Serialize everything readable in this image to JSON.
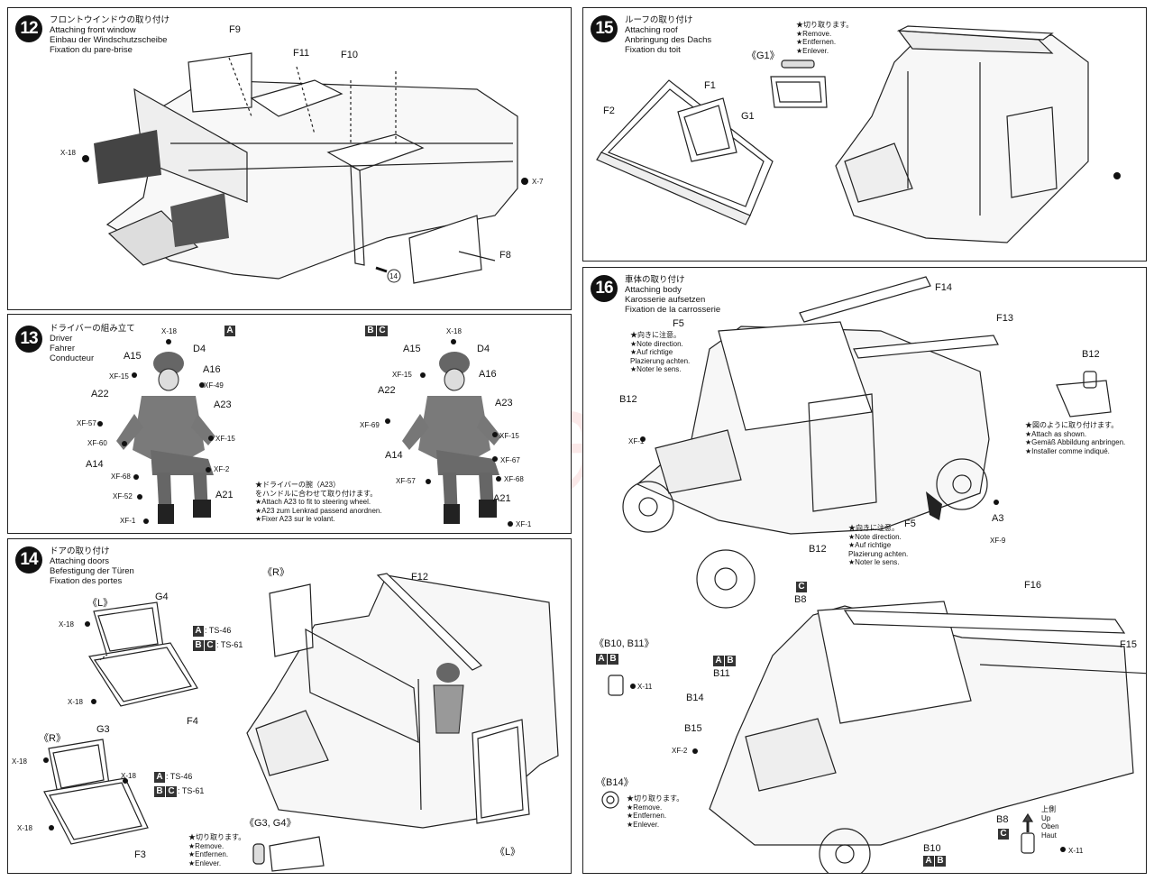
{
  "panels": {
    "s12": {
      "num": "12",
      "jp": "フロントウインドウの取り付け",
      "en": "Attaching front window",
      "de": "Einbau der Windschutzscheibe",
      "fr": "Fixation du pare-brise",
      "parts": {
        "f9": "F9",
        "f11": "F11",
        "f10": "F10",
        "f8": "F8",
        "x18": "X-18",
        "x7": "X-7",
        "ref14": "14"
      }
    },
    "s13": {
      "num": "13",
      "jp": "ドライバーの組み立て",
      "en": "Driver",
      "de": "Fahrer",
      "fr": "Conducteur",
      "versionA": "A",
      "versionB": "B",
      "versionC": "C",
      "partsLeft": {
        "x18": "X-18",
        "a15": "A15",
        "d4": "D4",
        "a16": "A16",
        "xf15": "XF-15",
        "xf49": "XF-49",
        "a22": "A22",
        "a23": "A23",
        "xf57": "XF-57",
        "xf15b": "XF-15",
        "xf60": "XF-60",
        "a14": "A14",
        "xf2": "XF-2",
        "xf68": "XF-68",
        "xf52": "XF-52",
        "a21": "A21",
        "xf1": "XF-1"
      },
      "partsRight": {
        "x18": "X-18",
        "a15": "A15",
        "d4": "D4",
        "xf15": "XF-15",
        "a16": "A16",
        "a22": "A22",
        "a23": "A23",
        "xf69": "XF-69",
        "xf15b": "XF-15",
        "a14": "A14",
        "xf67": "XF-67",
        "xf57": "XF-57",
        "xf68": "XF-68",
        "a21": "A21",
        "xf1": "XF-1"
      },
      "note": {
        "jp": "★ドライバーの腕（A23）",
        "jp2": "をハンドルに合わせて取り付けます。",
        "en": "★Attach A23 to fit to steering wheel.",
        "de": "★A23 zum Lenkrad passend anordnen.",
        "fr": "★Fixer A23 sur le volant."
      }
    },
    "s14": {
      "num": "14",
      "jp": "ドアの取り付け",
      "en": "Attaching doors",
      "de": "Befestigung der Türen",
      "fr": "Fixation des portes",
      "l": "《L》",
      "r": "《R》",
      "g4": "G4",
      "g3": "G3",
      "f4": "F4",
      "f3": "F3",
      "x18": "X-18",
      "ts46": ": TS-46",
      "ts61": ": TS-61",
      "rLabel": "《R》",
      "lLabel": "《L》",
      "f12": "F12",
      "g34": "《G3, G4》",
      "cut": {
        "jp": "★切り取ります。",
        "en": "★Remove.",
        "de": "★Entfernen.",
        "fr": "★Enlever."
      }
    },
    "s15": {
      "num": "15",
      "jp": "ルーフの取り付け",
      "en": "Attaching roof",
      "de": "Anbringung des Dachs",
      "fr": "Fixation du toit",
      "g1": "《G1》",
      "f1": "F1",
      "f2": "F2",
      "g1b": "G1",
      "cut": {
        "jp": "★切り取ります。",
        "en": "★Remove.",
        "de": "★Entfernen.",
        "fr": "★Enlever."
      }
    },
    "s16": {
      "num": "16",
      "jp": "車体の取り付け",
      "en": "Attaching body",
      "de": "Karosserie aufsetzen",
      "fr": "Fixation de la carrosserie",
      "f5": "F5",
      "f14": "F14",
      "f13": "F13",
      "b12": "B12",
      "xf1": "XF-1",
      "a3": "A3",
      "xf9": "XF-9",
      "dir": {
        "jp": "★向きに注意。",
        "en": "★Note direction.",
        "de": "★Auf richtige",
        "de2": "Plazierung achten.",
        "fr": "★Noter le sens."
      },
      "b12note": {
        "jp": "★図のように取り付けます。",
        "en": "★Attach as shown.",
        "de": "★Gemäß Abbildung anbringen.",
        "fr": "★Installer comme indiqué."
      },
      "b8": "B8",
      "f16": "F16",
      "f15": "F15",
      "b10b11": "《B10, B11》",
      "b11": "B11",
      "b14": "B14",
      "b15": "B15",
      "x11": "X-11",
      "xf2": "XF-2",
      "b14lbl": "《B14》",
      "b10": "B10",
      "up": {
        "jp": "上側",
        "en": "Up",
        "de": "Oben",
        "fr": "Haut"
      }
    }
  },
  "watermark": "modelartikl.cz"
}
